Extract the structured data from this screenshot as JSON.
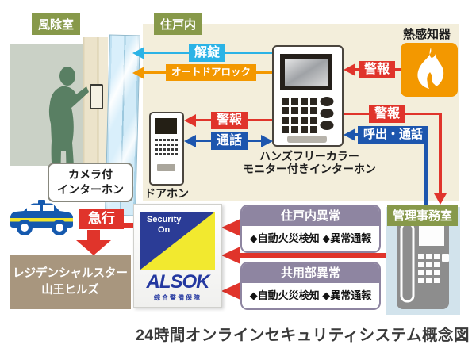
{
  "palette": {
    "area_label_green": "#87994a",
    "dwelling_panel_beige": "#f3eedb",
    "unlock_cyan": "#2bb3e6",
    "autolock_orange": "#f39800",
    "alarm_red": "#e0342b",
    "talk_blue": "#1d56ae",
    "alert_purple": "#8e85a1",
    "office_light_blue": "#d2e3ec",
    "building_brown": "#a8967e",
    "alsok_blue": "#2b3c96",
    "alsok_yellow": "#f2e92f",
    "car_blue": "#1559ae"
  },
  "areas": {
    "windbreak_room": "風除室",
    "inside_dwelling": "住戸内",
    "management_office": "管理事務室"
  },
  "devices": {
    "heat_detector": "熱感知器",
    "doorphone": "ドアホン",
    "camera_intercom_line1": "カメラ付",
    "camera_intercom_line2": "インターホン",
    "handsfree_line1": "ハンズフリーカラー",
    "handsfree_line2": "モニター付きインターホン"
  },
  "signals": {
    "unlock": "解錠",
    "auto_door_lock": "オートドアロック",
    "alarm_to_doorphone": "警報",
    "talk": "通話",
    "alarm_from_heat": "警報",
    "alarm_to_office": "警報",
    "call_talk": "呼出・通話"
  },
  "alerts": {
    "dwelling": {
      "title": "住戸内異常",
      "detail": "◆自動火災検知 ◆異常通報"
    },
    "common": {
      "title": "共用部異常",
      "detail": "◆自動火災検知 ◆異常通報"
    }
  },
  "response": {
    "rush": "急行",
    "building_line1": "レジデンシャルスター",
    "building_line2": "山王ヒルズ"
  },
  "alsok": {
    "security_on_line1": "Security",
    "security_on_line2": "On",
    "brand": "ALSOK",
    "subtitle": "綜合警備保障"
  },
  "caption": "24時間オンラインセキュリティシステム概念図"
}
